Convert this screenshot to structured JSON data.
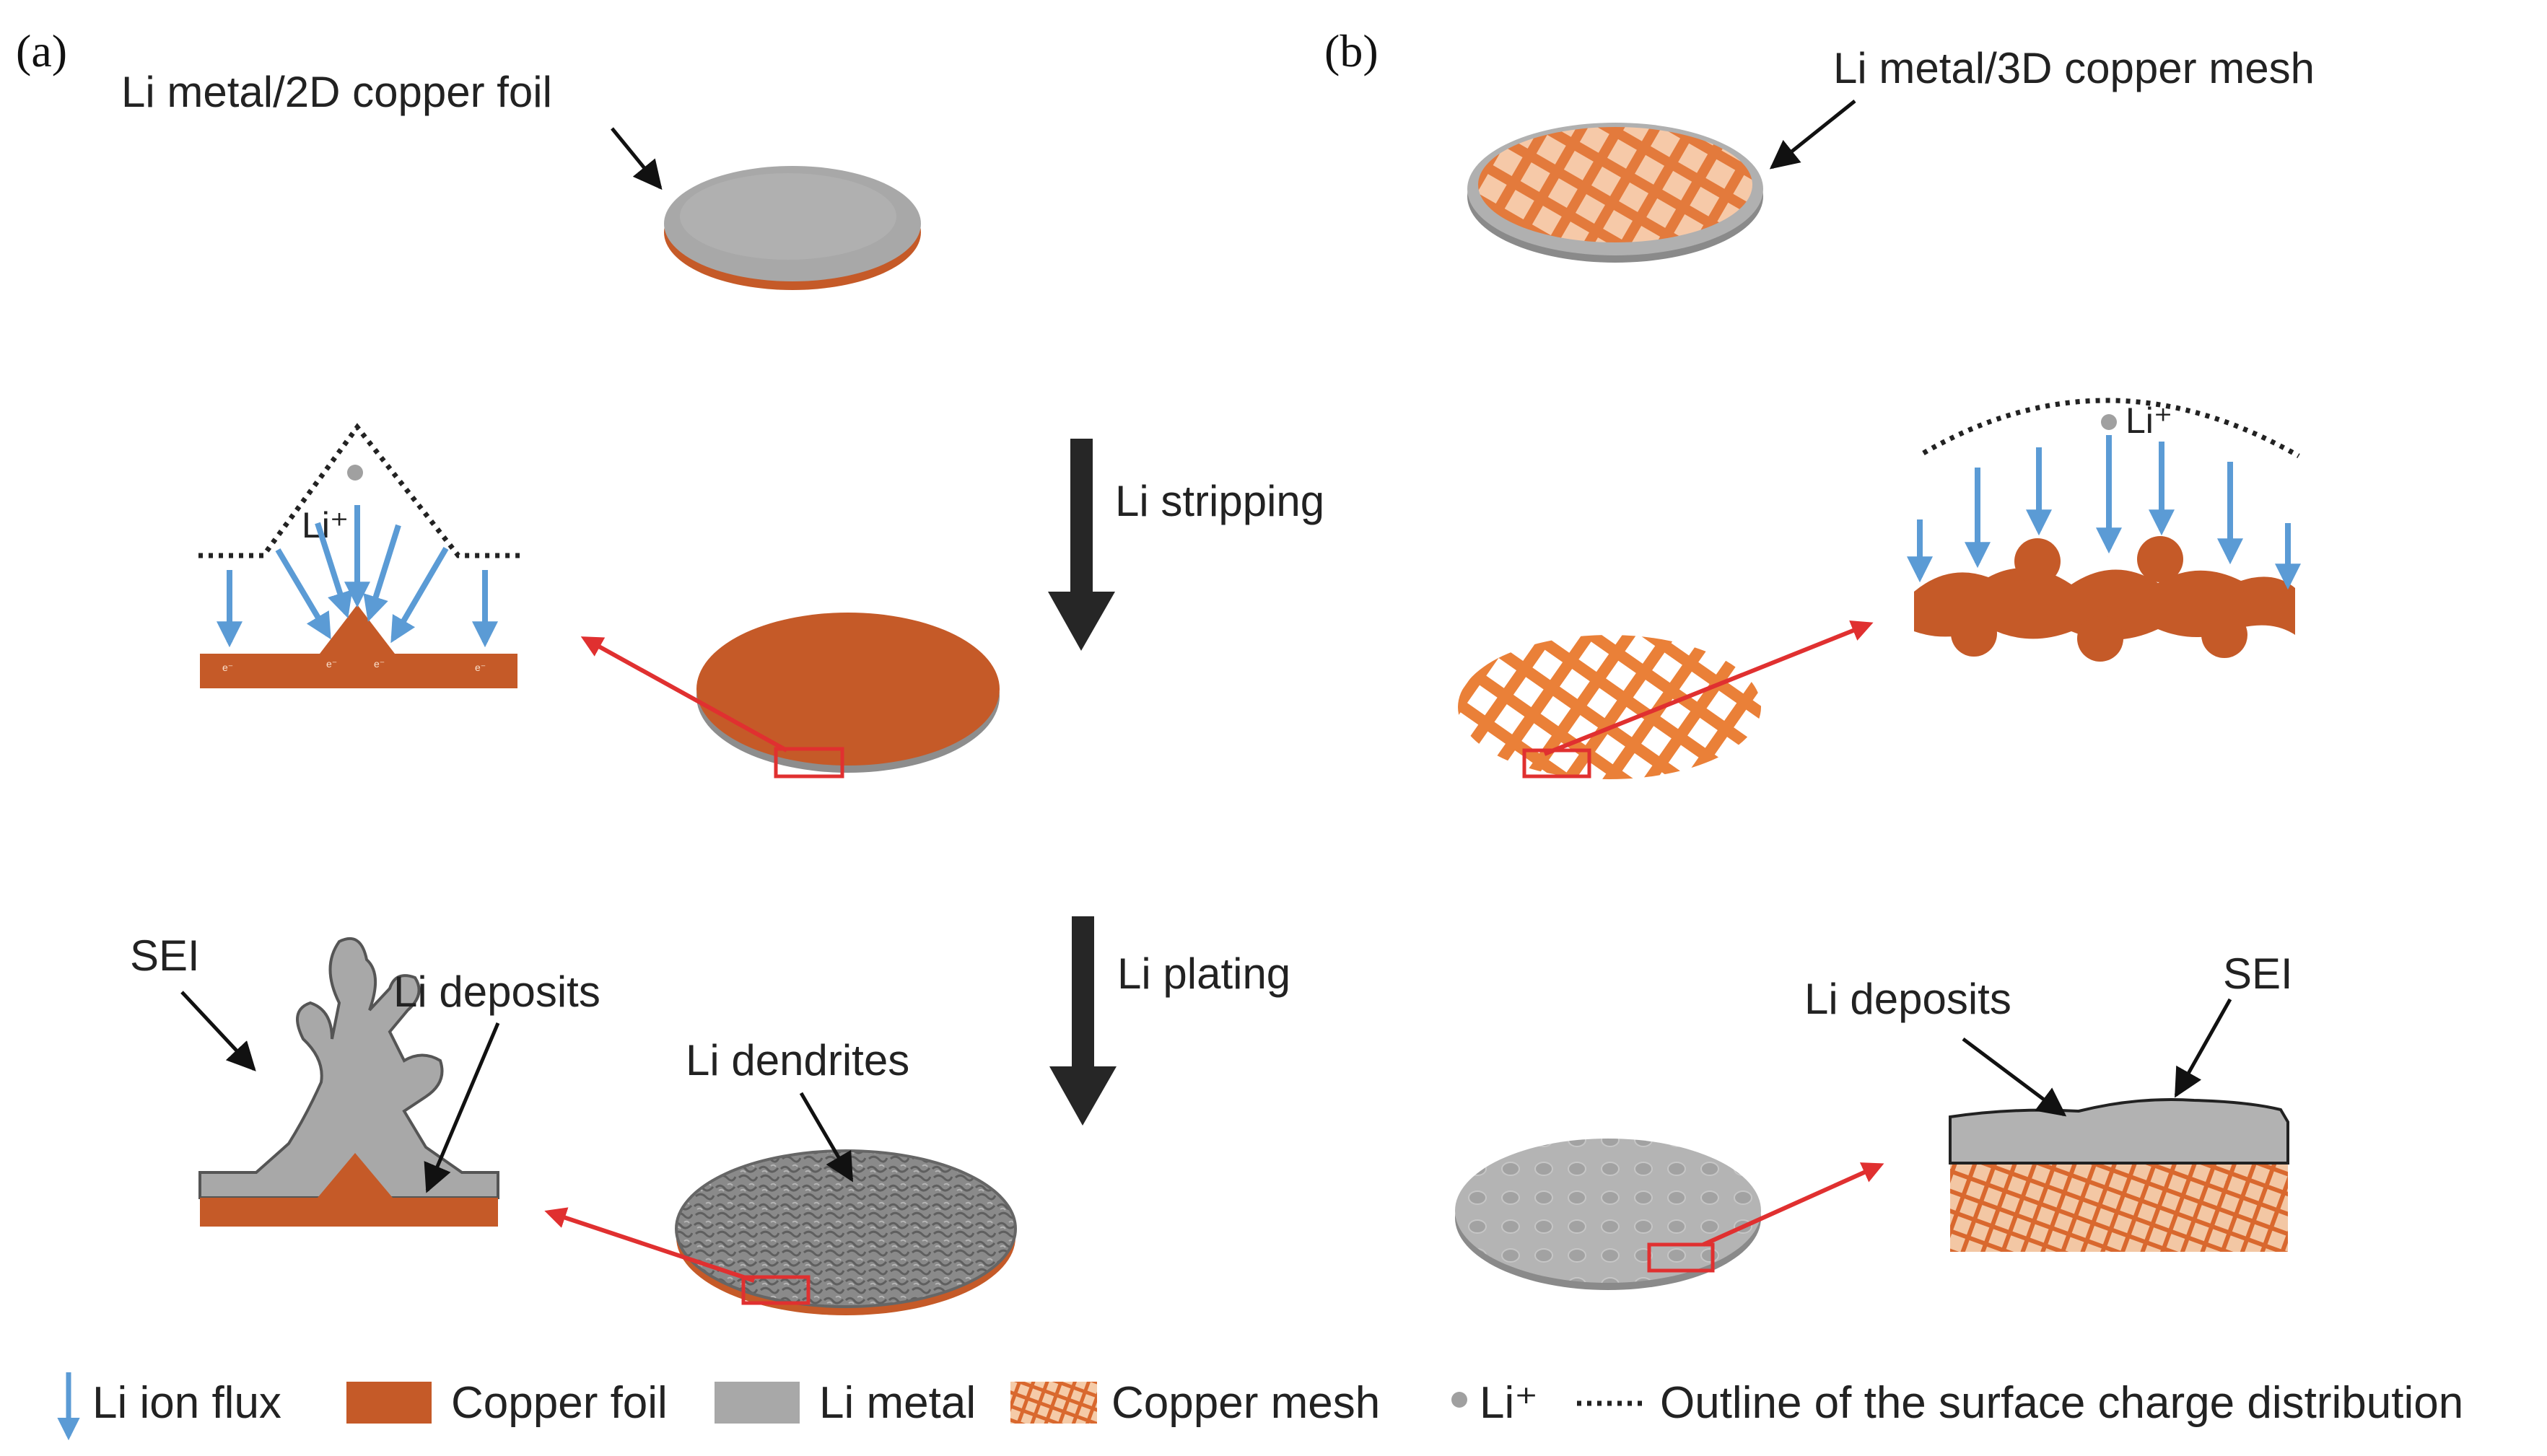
{
  "panels": {
    "a": {
      "letter": "(a)",
      "title": "Li metal/2D copper foil",
      "li_plus": "Li⁺",
      "sei": "SEI",
      "li_deposits": "Li deposits",
      "li_dendrites": "Li dendrites"
    },
    "b": {
      "letter": "(b)",
      "title": "Li metal/3D copper mesh",
      "li_plus": "Li⁺",
      "li_deposits": "Li deposits",
      "sei": "SEI"
    }
  },
  "process": {
    "stripping": "Li stripping",
    "plating": "Li plating"
  },
  "legend": {
    "li_ion_flux": "Li ion flux",
    "copper_foil": "Copper foil",
    "li_metal": "Li metal",
    "copper_mesh": "Copper mesh",
    "li_plus": "Li⁺",
    "outline": "Outline of the surface charge distribution"
  },
  "colors": {
    "copper": "#c55a28",
    "copper_light": "#e07a3a",
    "li_metal": "#a8a8a8",
    "li_metal_dark": "#7c7c7c",
    "flux_arrow": "#5b9bd5",
    "zoom_red": "#e03030",
    "process_arrow": "#262626"
  }
}
